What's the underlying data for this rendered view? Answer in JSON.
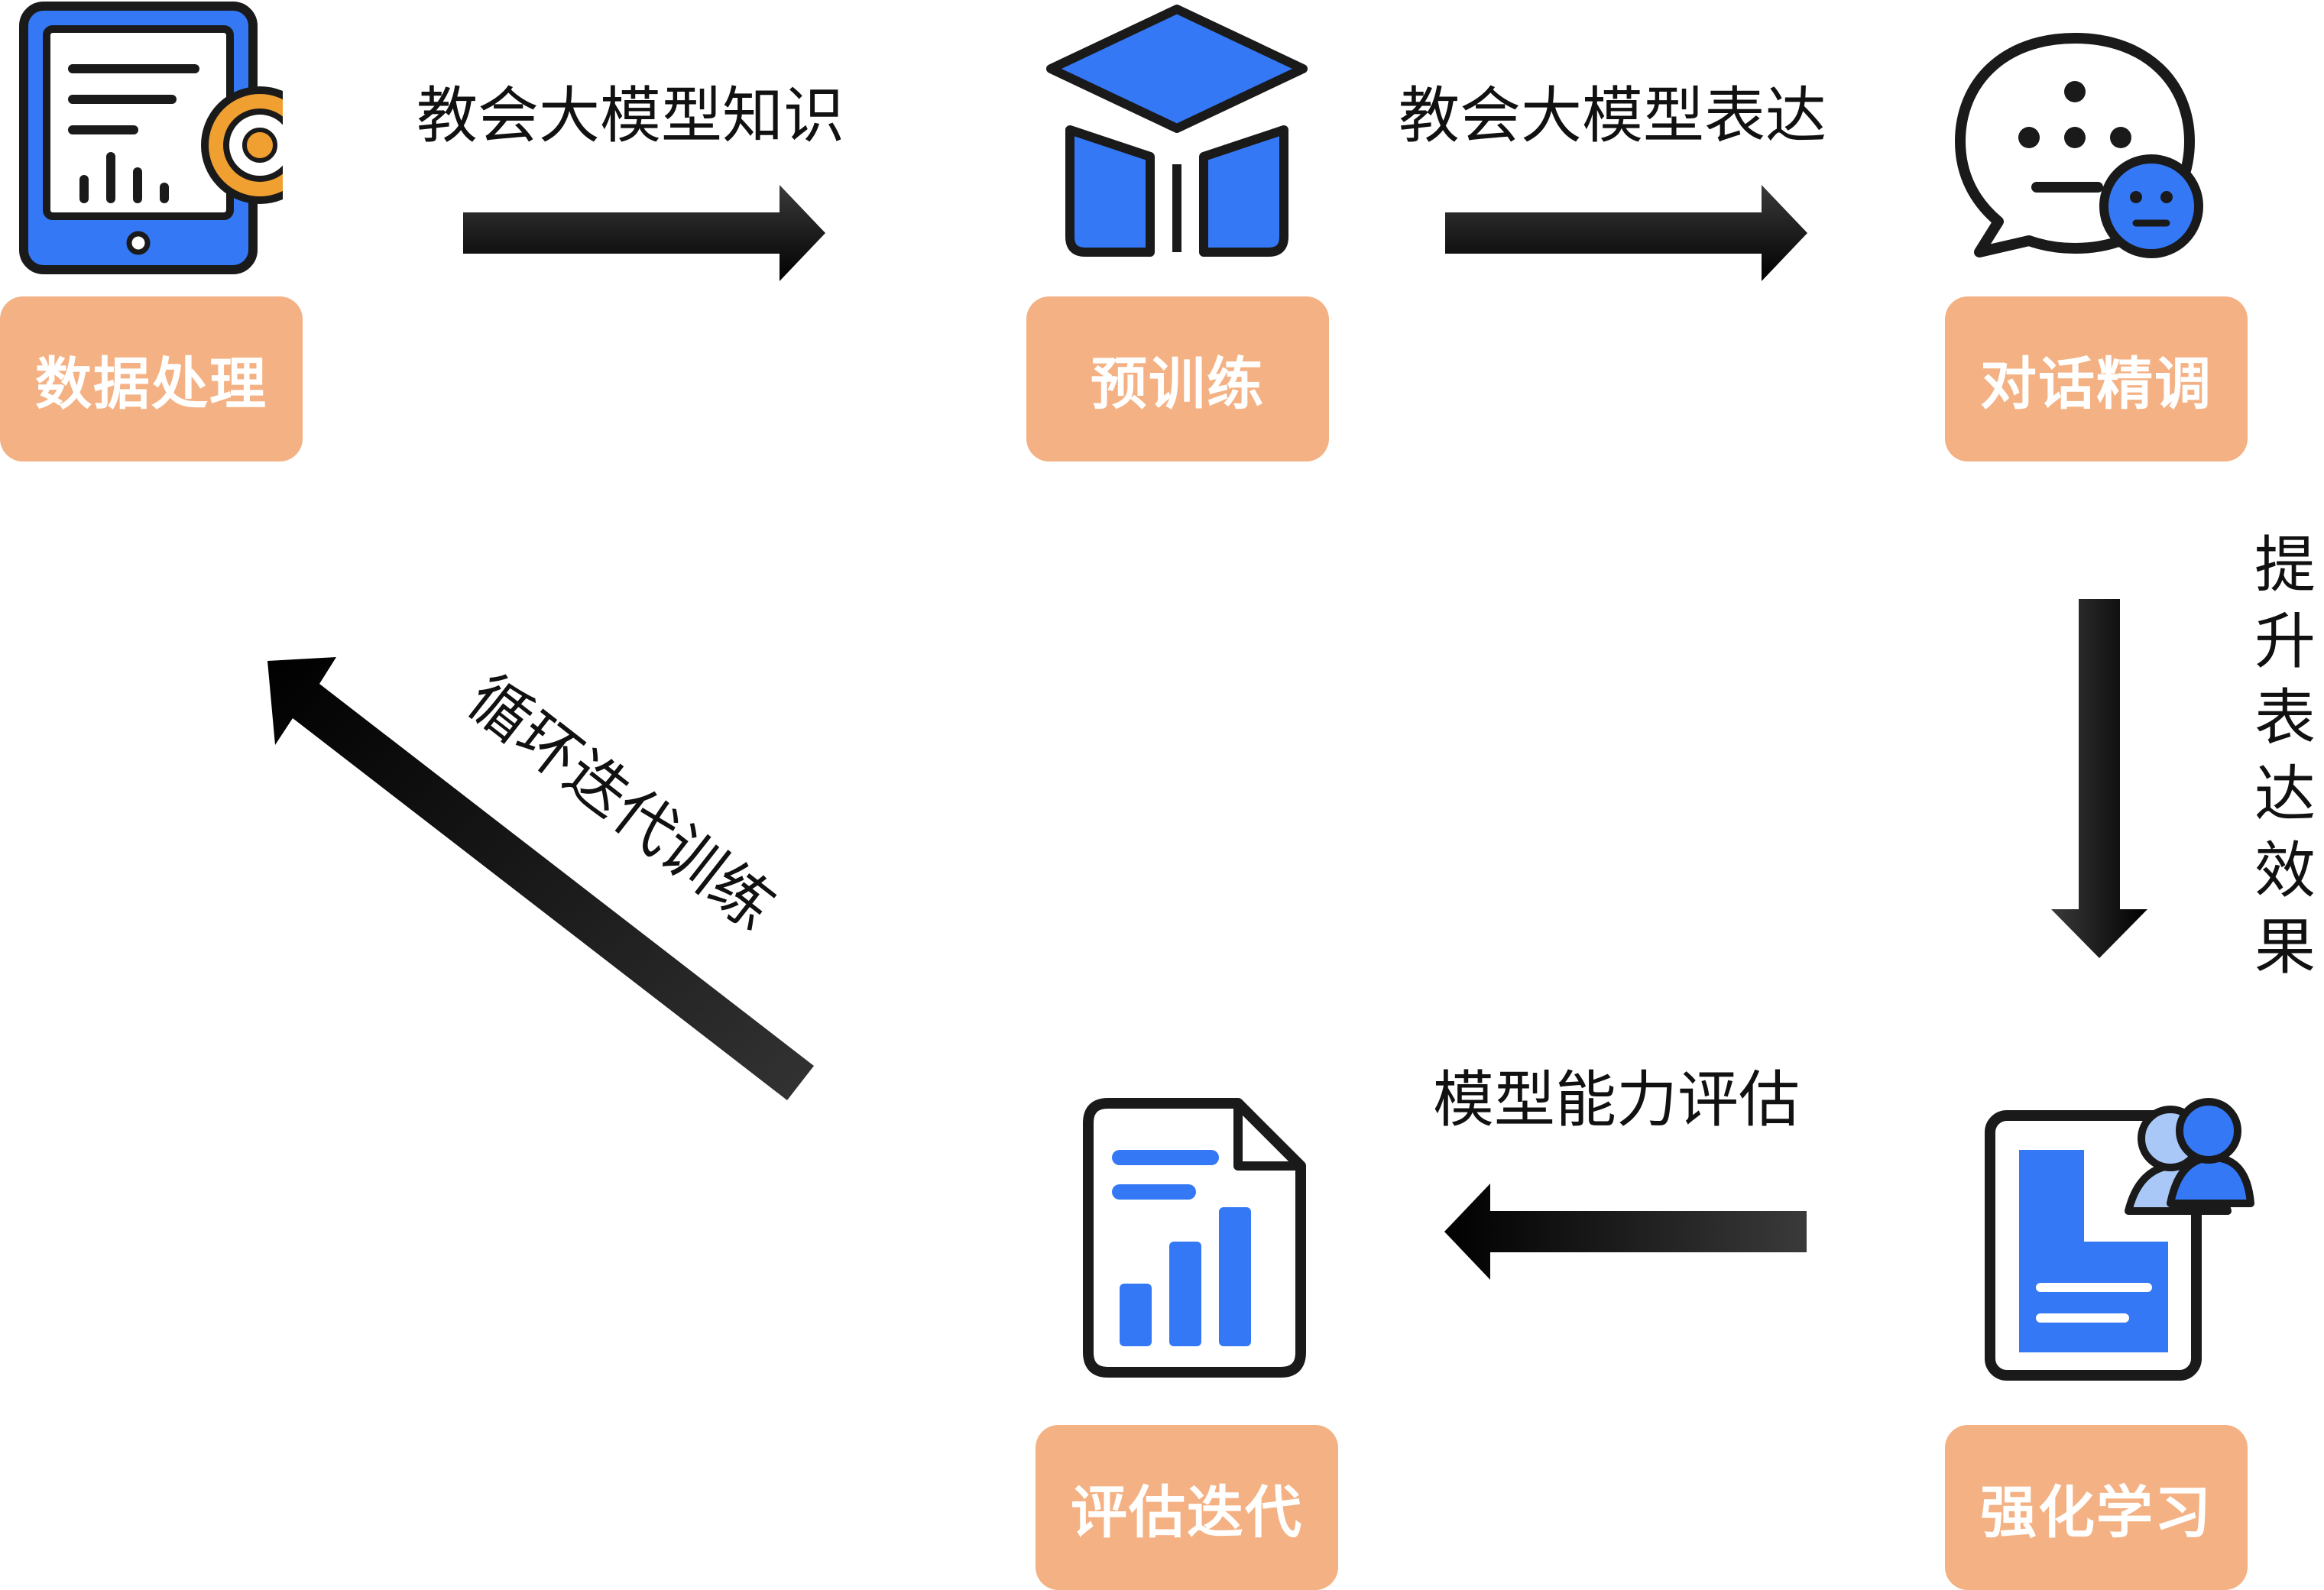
{
  "colors": {
    "label_bg": "#F4B183",
    "label_text": "#FFFFFF",
    "icon_blue": "#3478F6",
    "icon_light_blue": "#A9C8F7",
    "icon_orange": "#F0A030",
    "outline": "#1A1A1A",
    "arrow": "#1E1E1E"
  },
  "steps": [
    {
      "label": "数据处理",
      "icon": "tablet-report-icon"
    },
    {
      "label": "预训练",
      "icon": "graduation-cap-icon"
    },
    {
      "label": "对话精调",
      "icon": "chat-bubble-icon"
    },
    {
      "label": "强化学习",
      "icon": "document-users-icon"
    },
    {
      "label": "评估迭代",
      "icon": "report-chart-icon"
    }
  ],
  "edges": [
    {
      "label": "教会大模型知识",
      "direction": "right"
    },
    {
      "label": "教会大模型表达",
      "direction": "right"
    },
    {
      "label": "提升表达效果",
      "direction": "down"
    },
    {
      "label": "模型能力评估",
      "direction": "left"
    },
    {
      "label": "循环迭代训练",
      "direction": "up-left"
    }
  ]
}
